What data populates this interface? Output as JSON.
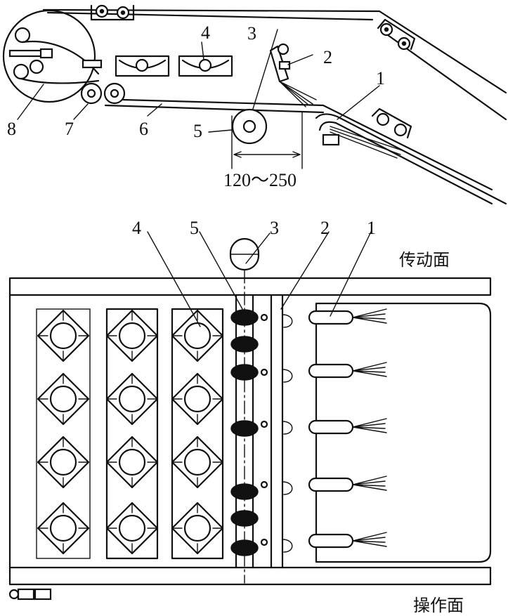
{
  "top_view": {
    "labels": {
      "l1": "1",
      "l2": "2",
      "l3": "3",
      "l4": "4",
      "l5": "5",
      "l6": "6",
      "l7": "7",
      "l8": "8"
    },
    "dimension": "120～250"
  },
  "bottom_view": {
    "labels": {
      "l1": "1",
      "l2": "2",
      "l3": "3",
      "l4": "4",
      "l5": "5"
    },
    "drive_side": "传动面",
    "operation_side": "操作面"
  }
}
